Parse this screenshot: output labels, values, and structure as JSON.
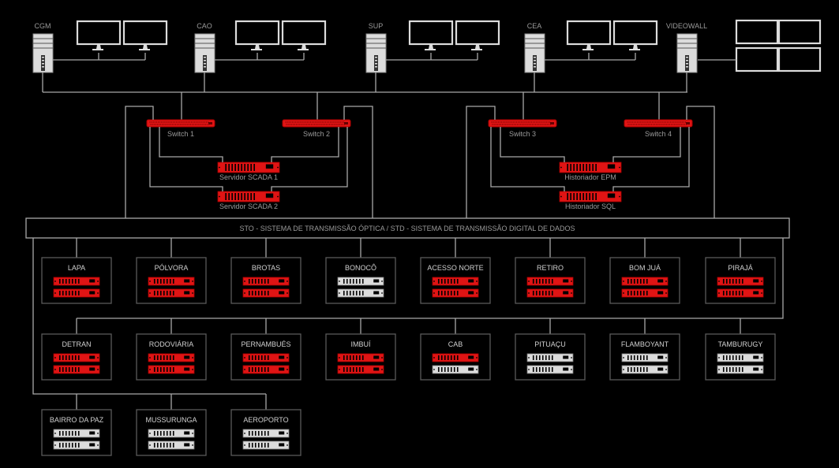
{
  "colors": {
    "background": "#000000",
    "active": "#e01414",
    "inactive": "#dcdcdc",
    "line": "#a8a8a8",
    "box": "#5a5a5a"
  },
  "workstations": [
    {
      "label": "CGM",
      "display": "dual-monitor"
    },
    {
      "label": "CAO",
      "display": "dual-monitor"
    },
    {
      "label": "SUP",
      "display": "dual-monitor"
    },
    {
      "label": "CEA",
      "display": "dual-monitor"
    },
    {
      "label": "VIDEOWALL",
      "display": "videowall-2x2"
    }
  ],
  "switches": [
    "Switch 1",
    "Switch 2",
    "Switch 3",
    "Switch 4"
  ],
  "servers": [
    "Servidor SCADA 1",
    "Servidor SCADA 2",
    "Historiador EPM",
    "Historiador SQL"
  ],
  "network": {
    "label": "STO - SISTEMA DE TRANSMISSÃO ÓPTICA / STD - SISTEMA DE TRANSMISSÃO DIGITAL DE DADOS"
  },
  "sites": [
    {
      "name": "LAPA",
      "servers": [
        "active",
        "active"
      ]
    },
    {
      "name": "PÓLVORA",
      "servers": [
        "active",
        "active"
      ]
    },
    {
      "name": "BROTAS",
      "servers": [
        "active",
        "active"
      ]
    },
    {
      "name": "BONOCÔ",
      "servers": [
        "inactive",
        "inactive"
      ]
    },
    {
      "name": "ACESSO NORTE",
      "servers": [
        "active",
        "active"
      ]
    },
    {
      "name": "RETIRO",
      "servers": [
        "active",
        "active"
      ]
    },
    {
      "name": "BOM JUÁ",
      "servers": [
        "active",
        "active"
      ]
    },
    {
      "name": "PIRAJÁ",
      "servers": [
        "active",
        "active"
      ]
    },
    {
      "name": "DETRAN",
      "servers": [
        "active",
        "active"
      ]
    },
    {
      "name": "RODOVIÁRIA",
      "servers": [
        "active",
        "active"
      ]
    },
    {
      "name": "PERNAMBUÉS",
      "servers": [
        "active",
        "active"
      ]
    },
    {
      "name": "IMBUÍ",
      "servers": [
        "active",
        "active"
      ]
    },
    {
      "name": "CAB",
      "servers": [
        "active",
        "inactive"
      ]
    },
    {
      "name": "PITUAÇU",
      "servers": [
        "inactive",
        "inactive"
      ]
    },
    {
      "name": "FLAMBOYANT",
      "servers": [
        "inactive",
        "inactive"
      ]
    },
    {
      "name": "TAMBURUGY",
      "servers": [
        "inactive",
        "inactive"
      ]
    },
    {
      "name": "BAIRRO DA PAZ",
      "servers": [
        "inactive",
        "inactive"
      ]
    },
    {
      "name": "MUSSURUNGA",
      "servers": [
        "inactive",
        "inactive"
      ]
    },
    {
      "name": "AEROPORTO",
      "servers": [
        "inactive",
        "inactive"
      ]
    }
  ]
}
